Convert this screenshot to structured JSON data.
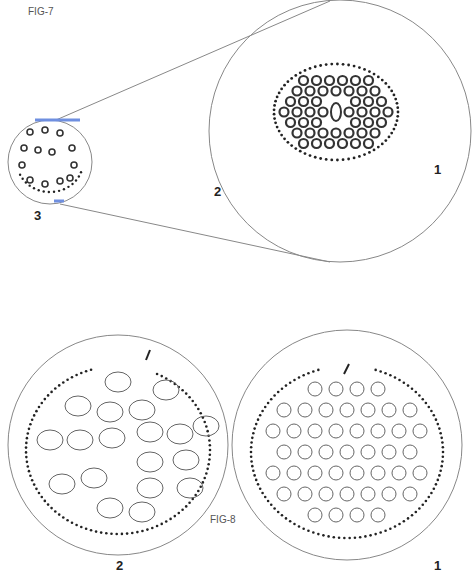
{
  "diagram": {
    "labels": [
      "FIG-7",
      "1",
      "2",
      "3",
      "FIG-8",
      "2",
      "1"
    ]
  }
}
